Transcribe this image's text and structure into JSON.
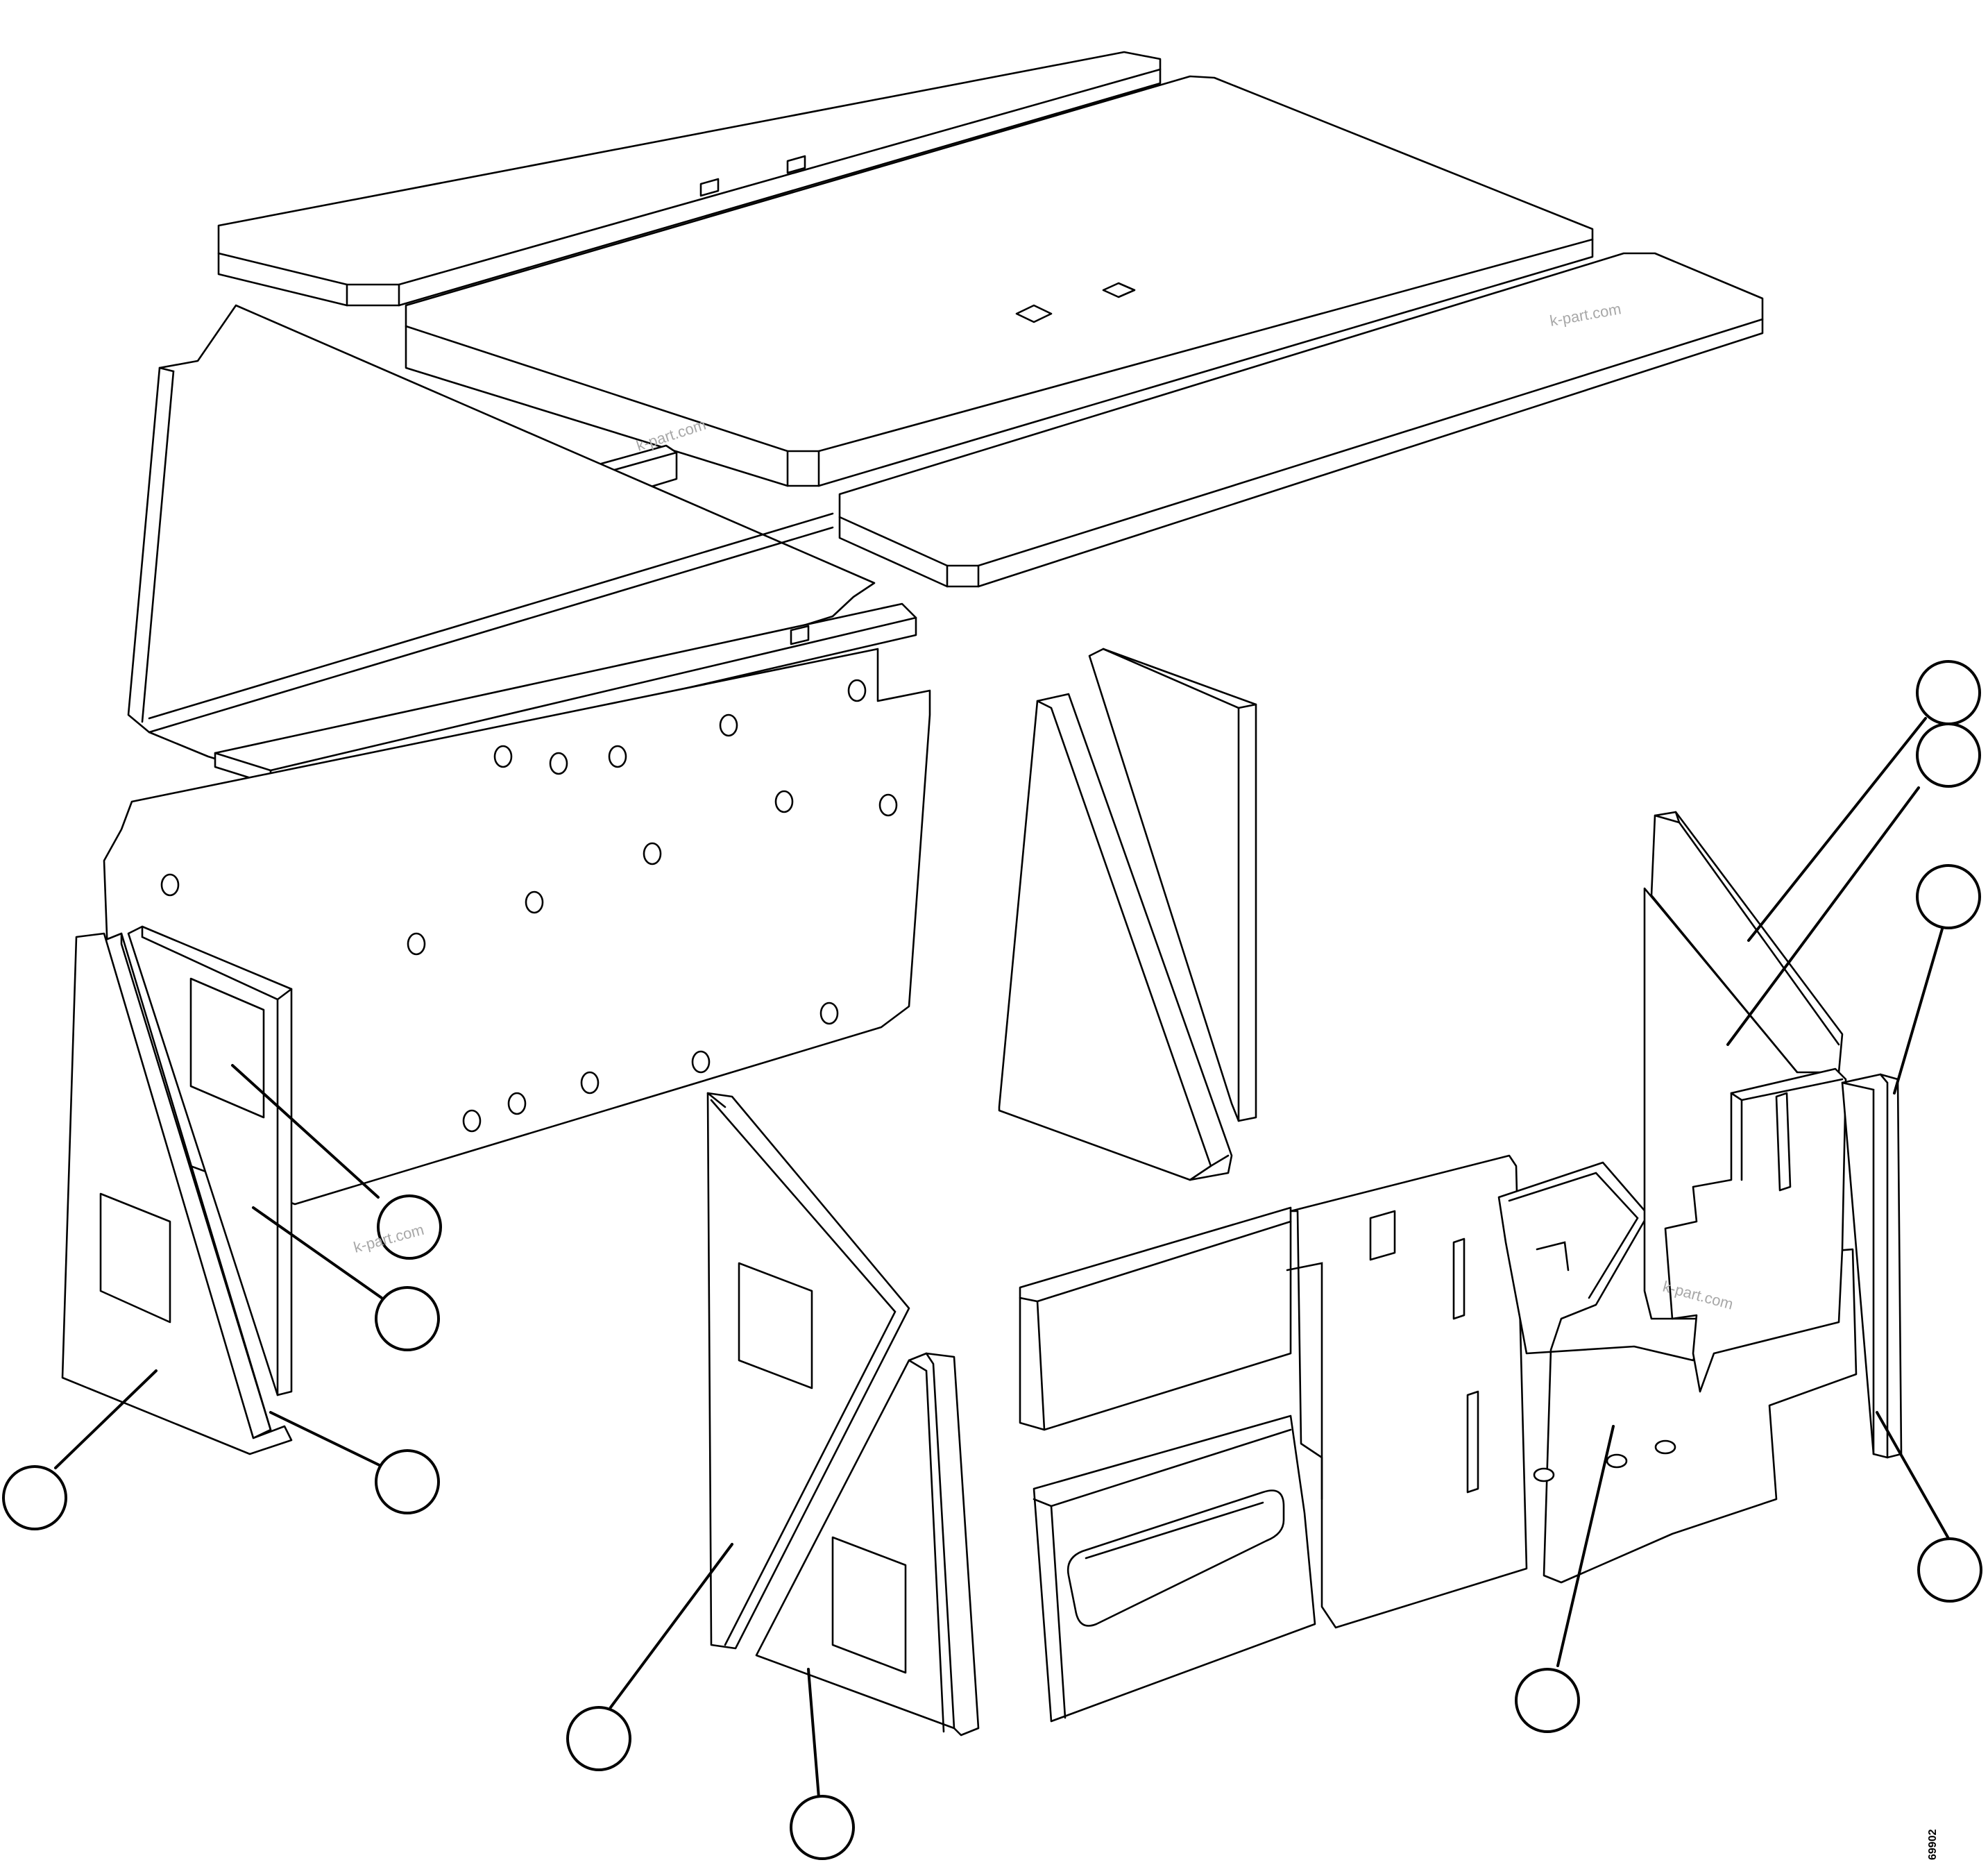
{
  "drawing": {
    "number": "69902",
    "watermark": "k-part.com",
    "line_color": "#000000",
    "background": "#ffffff"
  },
  "callouts": [
    {
      "id": "callout-upper-right-1",
      "label": ""
    },
    {
      "id": "callout-upper-right-2",
      "label": ""
    },
    {
      "id": "callout-upper-right-3",
      "label": ""
    },
    {
      "id": "callout-right-lower",
      "label": ""
    },
    {
      "id": "callout-floor-panel",
      "label": ""
    },
    {
      "id": "callout-center-front-panel",
      "label": ""
    },
    {
      "id": "callout-center-rear-panel",
      "label": ""
    },
    {
      "id": "callout-left-window",
      "label": ""
    },
    {
      "id": "callout-left-inner-panel",
      "label": ""
    },
    {
      "id": "callout-left-edge-strip",
      "label": ""
    },
    {
      "id": "callout-left-outer-panel",
      "label": ""
    }
  ]
}
